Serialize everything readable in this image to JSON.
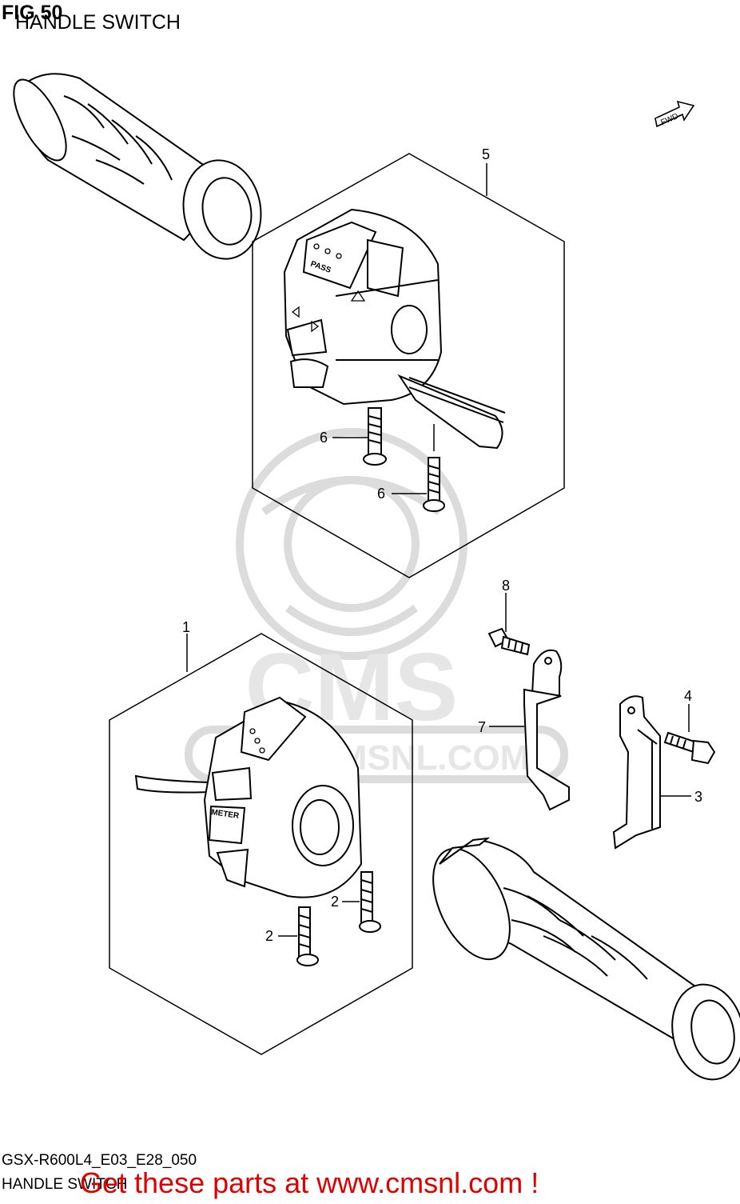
{
  "header": {
    "fig_number": "FIG 50",
    "title": "HANDLE SWITCH"
  },
  "direction_badge": {
    "text": "FWD"
  },
  "watermark": {
    "logo_text": "CMS",
    "url_text": "www.CMSNL.COM"
  },
  "callouts": {
    "p1": "1",
    "p2a": "2",
    "p2b": "2",
    "p3": "3",
    "p4": "4",
    "p5": "5",
    "p6a": "6",
    "p6b": "6",
    "p7": "7",
    "p8": "8"
  },
  "switch_labels": {
    "pass": "PASS",
    "meter": "METER"
  },
  "footer": {
    "model_code": "GSX-R600L4_E03_E28_050",
    "section_title": "HANDLE SWITCH",
    "promo": "Get these parts at www.cmsnl.com !"
  },
  "colors": {
    "line": "#000000",
    "watermark": "#d9d9d9",
    "promo": "#e00000"
  }
}
